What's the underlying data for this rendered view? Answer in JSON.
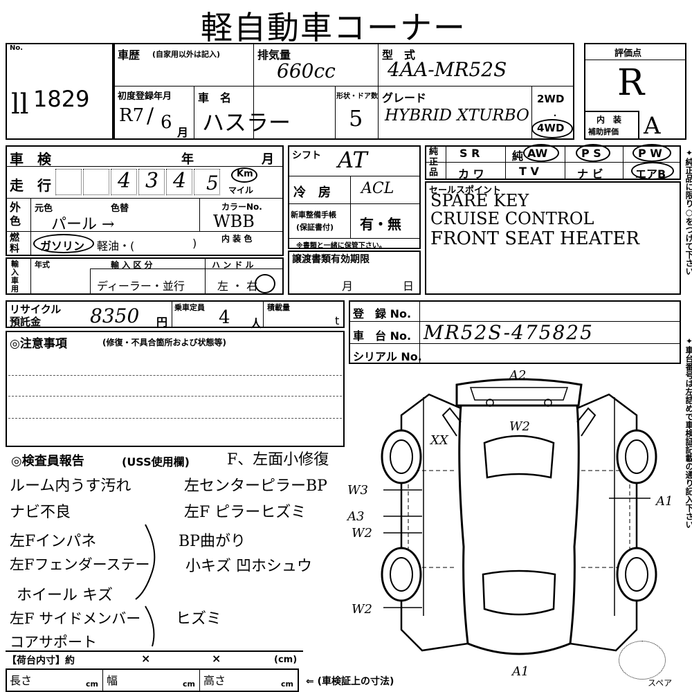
{
  "title": "軽自動車コーナー",
  "lot": {
    "no_label": "No.",
    "mark": "ll",
    "number": "1829"
  },
  "history": {
    "label": "車歴",
    "note": "(自家用以外は記入)"
  },
  "displacement": {
    "label": "排気量",
    "value": "660cc"
  },
  "model": {
    "label": "型　式",
    "value": "4AA-MR52S"
  },
  "score_box": {
    "label": "評価点",
    "score": "R",
    "interior_label_1": "内　装",
    "interior_label_2": "補助評価",
    "interior_score": "A"
  },
  "first_reg": {
    "label": "初度登録年月",
    "year": "R7",
    "slash": "/",
    "month": "6",
    "month_unit": "月"
  },
  "car_name": {
    "label": "車　名",
    "value": "ハスラー"
  },
  "doors": {
    "label": "形状・ドア数",
    "value": "5"
  },
  "grade": {
    "label": "グレード",
    "value": "HYBRID XTURBO"
  },
  "drive": {
    "opt1": "2WD",
    "opt2": "4WD",
    "selected": "4WD"
  },
  "inspection": {
    "label": "車　検",
    "year_unit": "年",
    "month_unit": "月"
  },
  "mileage": {
    "label": "走　行",
    "digits": [
      "",
      "",
      "4",
      "3",
      "4",
      "5"
    ],
    "unit_km": "Km",
    "unit_mile": "マイル"
  },
  "color": {
    "label": "外色",
    "orig_label": "元色",
    "repaint_label": "色替",
    "value": "パール →",
    "code_label": "カラーNo.",
    "code": "WBB"
  },
  "fuel": {
    "label": "燃料",
    "gasoline": "ガソリン",
    "diesel": "軽油・(",
    "close": ")",
    "interior_color_label": "内 装 色"
  },
  "shift": {
    "label": "シフト",
    "value": "AT"
  },
  "aircon": {
    "label": "冷　房",
    "value": "ACL"
  },
  "manual": {
    "label_1": "新車整備手帳",
    "label_2": "(保証書付)",
    "value": "有・無",
    "note": "※書類と一緒に保管下さい。"
  },
  "equip": {
    "label": "純正品",
    "row1": [
      "S R",
      "AW",
      "P S",
      "P W"
    ],
    "row1_prefix": "純",
    "row2": [
      "カ ワ",
      "T V",
      "ナ ビ",
      "エアB"
    ],
    "circled": [
      "AW",
      "P S",
      "P W",
      "エアB"
    ]
  },
  "import": {
    "label": "輸入車用",
    "year_label": "年式",
    "type_label": "輸 入 区 分",
    "type_value": "ディーラー・並行",
    "handle_label": "ハ ン ド ル",
    "handle_value": "左 ・ 右",
    "handle_selected": "右"
  },
  "transfer": {
    "label": "譲渡書類有効期限",
    "month": "月",
    "day": "日"
  },
  "sales_point": {
    "label": "セールスポイント",
    "lines": [
      "SPARE KEY",
      "CRUISE CONTROL",
      "FRONT SEAT HEATER"
    ]
  },
  "recycle": {
    "label_1": "リサイクル",
    "label_2": "預託金",
    "value": "8350",
    "unit": "円"
  },
  "capacity": {
    "label": "乗車定員",
    "value": "4",
    "unit": "人"
  },
  "load": {
    "label": "積載量",
    "unit": "t"
  },
  "registration": {
    "label": "登　録 No.",
    "value": ""
  },
  "chassis": {
    "label": "車　台 No.",
    "value": "MR52S-475825"
  },
  "serial": {
    "label": "シリアル No.",
    "value": ""
  },
  "notes": {
    "label": "◎注意事項",
    "sub": "(修復・不具合箇所および状態等)"
  },
  "inspector": {
    "label": "◎検査員報告",
    "sub": "(USS使用欄)",
    "header_note": "F、左面小修復",
    "left_lines": [
      "ルーム内うす汚れ",
      "ナビ不良",
      "左Fインパネ",
      "左Fフェンダーステー",
      "ホイール キズ",
      "左F サイドメンバー",
      "コアサポート"
    ],
    "right_lines": [
      "左センターピラーBP",
      "左F ピラーヒズミ",
      "BP曲がり",
      "小キズ 凹ホシュウ",
      "ヒズミ"
    ]
  },
  "diagram": {
    "marks": [
      "A2",
      "W2",
      "XX",
      "W3",
      "A3",
      "W2",
      "W2",
      "A1",
      "A1"
    ]
  },
  "cargo": {
    "label": "【荷台内寸】約",
    "x1": "×",
    "x2": "×",
    "unit": "(cm)"
  },
  "dims": {
    "length": "長さ",
    "width": "幅",
    "height": "高さ",
    "cm": "cm",
    "note": "⇐ (車検証上の寸法)"
  },
  "spare": {
    "label": "スペア"
  },
  "side_note_1": "✦純正品に限り○をつけて下さい",
  "side_note_2": "✦車台番号は左詰めで車検証記載の通り記入下さい"
}
